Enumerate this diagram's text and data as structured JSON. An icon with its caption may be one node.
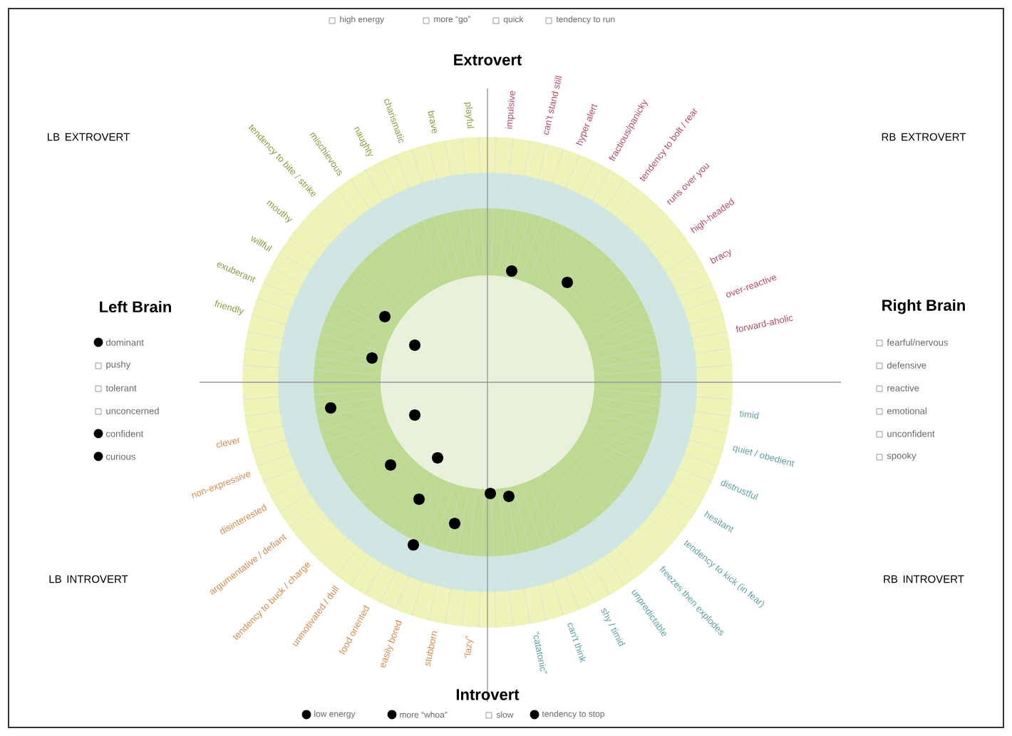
{
  "diagram": {
    "labels": [
      "high energy",
      "more “go”",
      "quick",
      "tendency to run",
      "Extrovert",
      "LB EXTROVERT",
      "RB EXTROVERT",
      "friendly",
      "exuberant",
      "willful",
      "mouthy",
      "tendency to bite / strike",
      "mischievous",
      "naughty",
      "charismatic",
      "brave",
      "playful",
      "impulsive",
      "can't stand still",
      "hyper alert",
      "fractious/panicky",
      "tendency to bolt / rear",
      "runs over you",
      "high-headed",
      "bracy",
      "over-reactive",
      "forward-aholic",
      "Left Brain",
      "dominant",
      "pushy",
      "tolerant",
      "unconcerned",
      "confident",
      "curious",
      "Right Brain",
      "fearful/nervous",
      "defensive",
      "reactive",
      "emotional",
      "unconfident",
      "spooky",
      "clever",
      "non-expressive",
      "disinterested",
      "argumentative / defiant",
      "tendency to buck / charge",
      "unmotivated / dull",
      "food oriented",
      "easily bored",
      "stubborn",
      "“lazy”",
      "“catatonic”",
      "can't think",
      "shy / timid",
      "unpredictable",
      "freezes then explodes",
      "tendency to kick (in fear)",
      "hesitant",
      "distrustful",
      "quiet / obedient",
      "timid",
      "LB INTROVERT",
      "RB INTROVERT",
      "Introvert",
      "low energy",
      "more “whoa”",
      "slow",
      "tendency to stop"
    ]
  }
}
